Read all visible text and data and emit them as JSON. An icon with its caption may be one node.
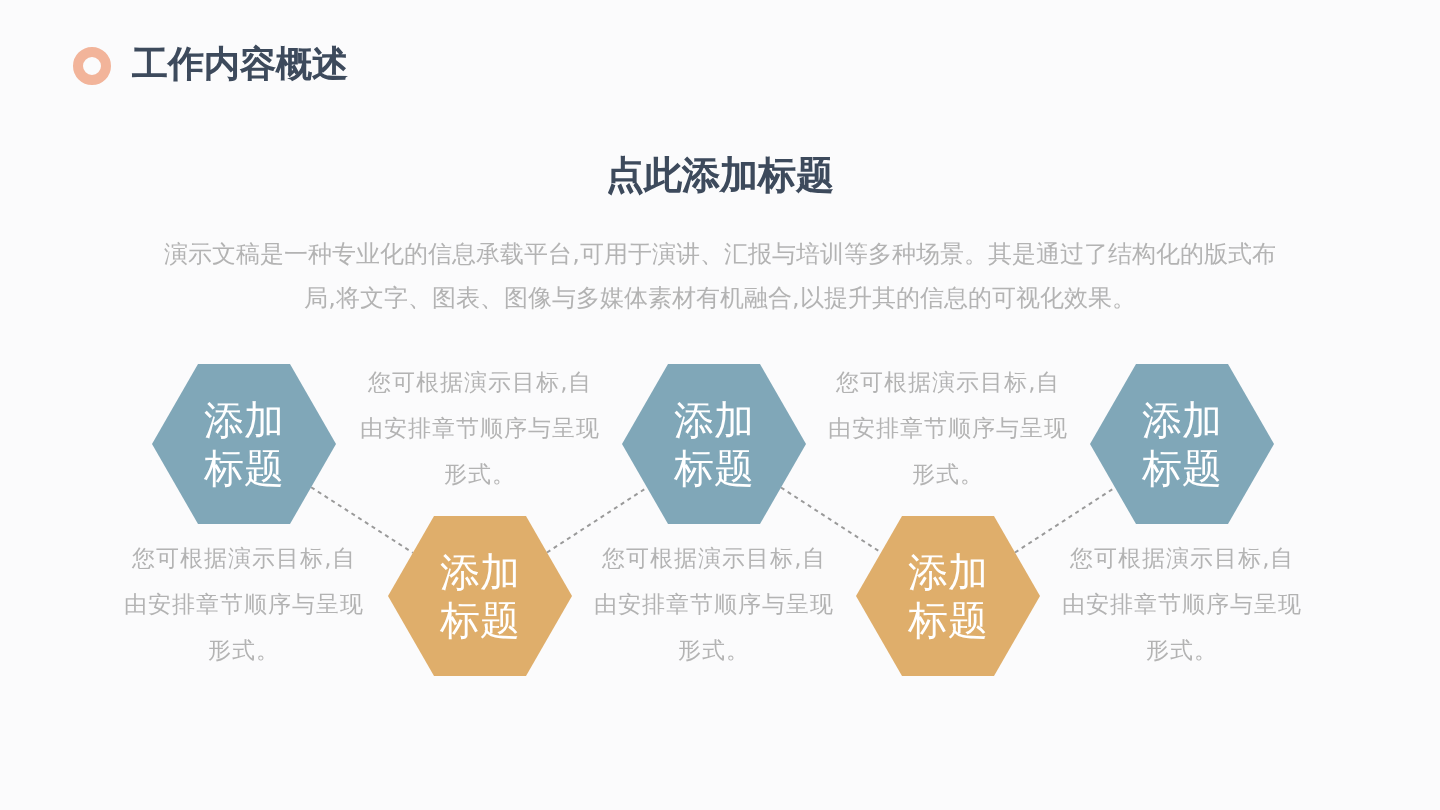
{
  "diagram": {
    "title": "工作内容概述",
    "nodes": [
      {
        "text": [
          "添加标题"
        ],
        "beside": [
          "您可根据演示目标,自由安排章节顺序与呈现形式。"
        ]
      },
      {
        "text": [
          "添加标题"
        ],
        "beside": [
          "您可根据演示目标,自由安排章节顺序与呈现形式。"
        ]
      },
      {
        "text": [
          "添加标题"
        ],
        "beside": [
          "您可根据演示目标,自由安排章节顺序与呈现形式。"
        ]
      },
      {
        "text": [
          "添加标题"
        ],
        "beside": [
          "您可根据演示目标,自由安排章节顺序与呈现形式。"
        ]
      },
      {
        "text": [
          "添加标题"
        ],
        "beside": [
          "您可根据演示目标,自由安排章节顺序与呈现形式。"
        ]
      }
    ],
    "edges": [
      {
        "from": 0,
        "to": 1,
        "arrow": "none",
        "style": "dashed"
      },
      {
        "from": 1,
        "to": 2,
        "arrow": "none",
        "style": "dashed"
      },
      {
        "from": 2,
        "to": 3,
        "arrow": "none",
        "style": "dashed"
      },
      {
        "from": 3,
        "to": 4,
        "arrow": "none",
        "style": "dashed"
      }
    ],
    "labels": [
      "点此添加标题",
      "演示文稿是一种专业化的信息承载平台,可用于演讲、汇报与培训等多种场景。其是通过了结构化的版式布局,将文字、图表、图像与多媒体素材有机融合,以提升其的信息的可视化效果。"
    ]
  }
}
